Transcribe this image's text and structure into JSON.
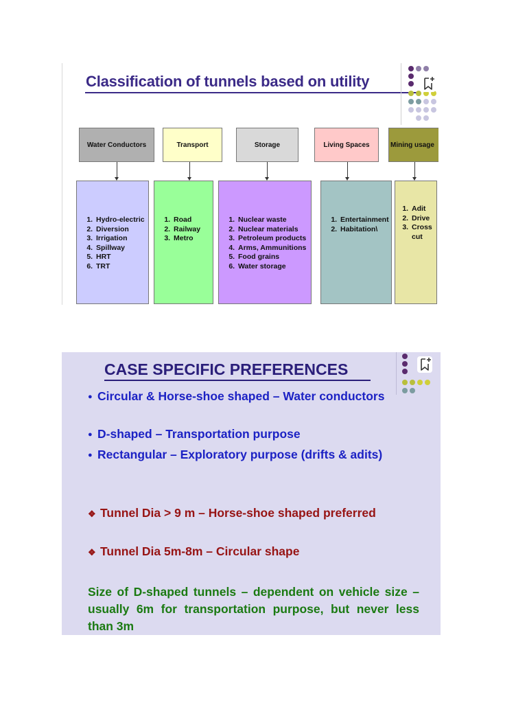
{
  "slide1": {
    "title": "Classification of tunnels based on utility",
    "categories": [
      {
        "label": "Water Conductors",
        "color": "#b0b0b0",
        "card_color": "#ccccff",
        "items": [
          "Hydro-electric",
          "Diversion",
          "Irrigation",
          "Spillway",
          "HRT",
          "TRT"
        ]
      },
      {
        "label": "Transport",
        "color": "#ffffc9",
        "card_color": "#99ff99",
        "items": [
          "Road",
          "Railway",
          "Metro"
        ]
      },
      {
        "label": "Storage",
        "color": "#d9d9d9",
        "card_color": "#cc99ff",
        "items": [
          "Nuclear waste",
          "Nuclear materials",
          "Petroleum products",
          "Arms, Ammunitions",
          "Food grains",
          "Water storage"
        ]
      },
      {
        "label": "Living Spaces",
        "color": "#ffc9c9",
        "card_color": "#a3c4c4",
        "items": [
          "Entertainment",
          "Habitation\\"
        ]
      },
      {
        "label": "Mining usage",
        "color": "#9c9a3c",
        "card_color": "#e8e6a6",
        "items": [
          "Adit",
          "Drive",
          "Cross cut"
        ]
      }
    ]
  },
  "slide2": {
    "title": "CASE SPECIFIC PREFERENCES",
    "bullets_round": [
      "Circular & Horse-shoe shaped – Water conductors",
      "D-shaped – Transportation purpose",
      "Rectangular – Exploratory purpose (drifts & adits)"
    ],
    "bullets_diamond": [
      "Tunnel Dia > 9 m – Horse-shoe shaped preferred",
      "Tunnel Dia 5m-8m – Circular shape"
    ],
    "note": "Size of D-shaped tunnels – dependent on vehicle size – usually 6m for transportation purpose, but never less than 3m"
  },
  "icons": {
    "bullet_round": "●",
    "bullet_diamond": "❖",
    "bookmark": "bookmark-add-icon",
    "decor": "dot-grid-decoration"
  },
  "colors": {
    "title_purple": "#3b2a87",
    "text_blue": "#1c22c4",
    "text_red": "#971414",
    "text_green": "#1b7a12",
    "slide2_bg": "#dcdaf0"
  }
}
